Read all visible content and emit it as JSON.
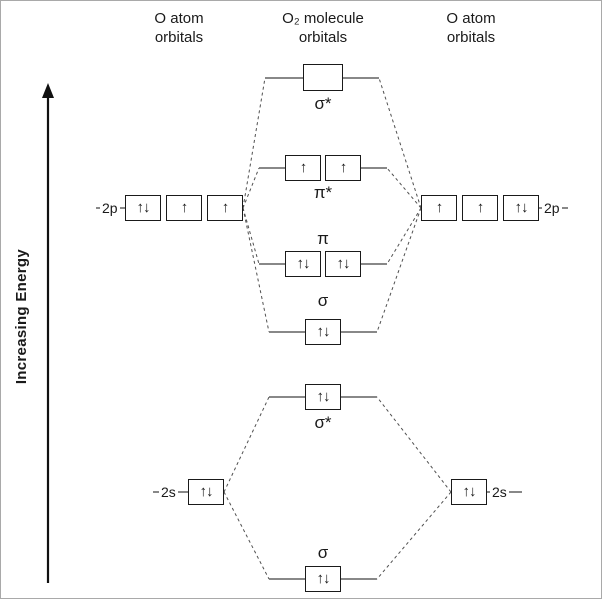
{
  "headers": {
    "left_line1": "O atom",
    "left_line2": "orbitals",
    "center_line1": "O₂ molecule",
    "center_line2": "orbitals",
    "right_line1": "O atom",
    "right_line2": "orbitals"
  },
  "energy_axis": {
    "label": "Increasing Energy"
  },
  "labels": {
    "left_2p": "2p",
    "right_2p": "2p",
    "left_2s": "2s",
    "right_2s": "2s",
    "sigma_star_2p": "σ*",
    "pi_star_2p": "π*",
    "pi_2p": "π",
    "sigma_2p": "σ",
    "sigma_star_2s": "σ*",
    "sigma_2s": "σ"
  },
  "electrons": {
    "left_2p": [
      "↑↓",
      "↑",
      "↑"
    ],
    "right_2p": [
      "↑",
      "↑",
      "↑↓"
    ],
    "left_2s": [
      "↑↓"
    ],
    "right_2s": [
      "↑↓"
    ],
    "sigma_star_2p": [
      ""
    ],
    "pi_star_2p": [
      "↑",
      "↑"
    ],
    "pi_2p": [
      "↑↓",
      "↑↓"
    ],
    "sigma_2p": [
      "↑↓"
    ],
    "sigma_star_2s": [
      "↑↓"
    ],
    "sigma_2s": [
      "↑↓"
    ]
  },
  "colors": {
    "box_border": "#1a1a1a",
    "level_line": "#404040",
    "dashed_line": "#505050",
    "text": "#1a1a1a",
    "background": "#ffffff"
  }
}
